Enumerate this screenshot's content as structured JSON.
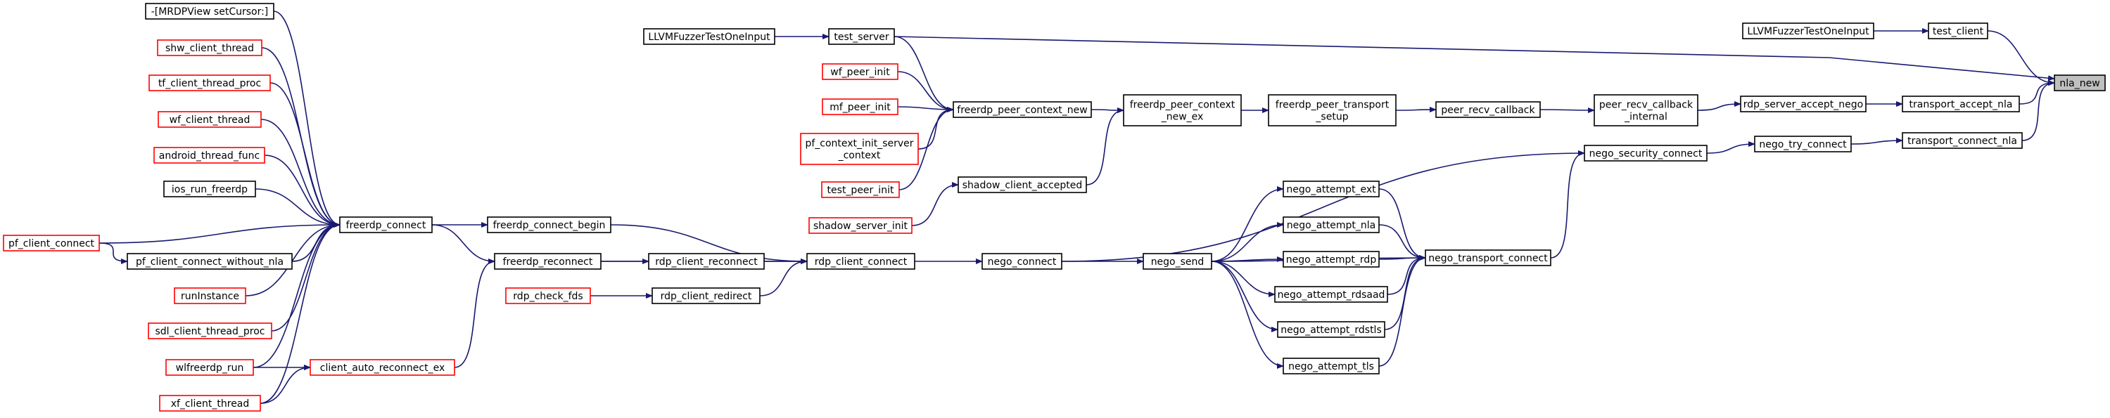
{
  "colors": {
    "edge": "#191970",
    "normal_border": "#000000",
    "truncated_border": "#ff0000",
    "focus_fill": "#bfbfbf",
    "fill": "#ffffff"
  },
  "nodes": [
    {
      "id": "nla_new",
      "lines": [
        "nla_new"
      ],
      "style": "focus"
    },
    {
      "id": "test_client",
      "lines": [
        "test_client"
      ],
      "style": "normal"
    },
    {
      "id": "llvm_client",
      "lines": [
        "LLVMFuzzerTestOneInput"
      ],
      "style": "normal"
    },
    {
      "id": "llvm_server",
      "lines": [
        "LLVMFuzzerTestOneInput"
      ],
      "style": "normal"
    },
    {
      "id": "test_server",
      "lines": [
        "test_server"
      ],
      "style": "normal"
    },
    {
      "id": "transport_accept_nla",
      "lines": [
        "transport_accept_nla"
      ],
      "style": "normal"
    },
    {
      "id": "transport_connect_nla",
      "lines": [
        "transport_connect_nla"
      ],
      "style": "normal"
    },
    {
      "id": "rdp_server_accept_nego",
      "lines": [
        "rdp_server_accept_nego"
      ],
      "style": "normal"
    },
    {
      "id": "nego_try_connect",
      "lines": [
        "nego_try_connect"
      ],
      "style": "normal"
    },
    {
      "id": "peer_recv_callback_internal",
      "lines": [
        "peer_recv_callback",
        "_internal"
      ],
      "style": "normal"
    },
    {
      "id": "nego_security_connect",
      "lines": [
        "nego_security_connect"
      ],
      "style": "normal"
    },
    {
      "id": "peer_recv_callback",
      "lines": [
        "peer_recv_callback"
      ],
      "style": "normal"
    },
    {
      "id": "nego_transport_connect",
      "lines": [
        "nego_transport_connect"
      ],
      "style": "normal"
    },
    {
      "id": "freerdp_peer_transport_setup",
      "lines": [
        "freerdp_peer_transport",
        "_setup"
      ],
      "style": "normal"
    },
    {
      "id": "nego_attempt_ext",
      "lines": [
        "nego_attempt_ext"
      ],
      "style": "normal"
    },
    {
      "id": "nego_attempt_nla",
      "lines": [
        "nego_attempt_nla"
      ],
      "style": "normal"
    },
    {
      "id": "nego_attempt_rdp",
      "lines": [
        "nego_attempt_rdp"
      ],
      "style": "normal"
    },
    {
      "id": "nego_attempt_rdsaad",
      "lines": [
        "nego_attempt_rdsaad"
      ],
      "style": "normal"
    },
    {
      "id": "nego_attempt_rdstls",
      "lines": [
        "nego_attempt_rdstls"
      ],
      "style": "normal"
    },
    {
      "id": "nego_attempt_tls",
      "lines": [
        "nego_attempt_tls"
      ],
      "style": "normal"
    },
    {
      "id": "freerdp_peer_context_new_ex",
      "lines": [
        "freerdp_peer_context",
        "_new_ex"
      ],
      "style": "normal"
    },
    {
      "id": "nego_send",
      "lines": [
        "nego_send"
      ],
      "style": "normal"
    },
    {
      "id": "freerdp_peer_context_new",
      "lines": [
        "freerdp_peer_context_new"
      ],
      "style": "normal"
    },
    {
      "id": "shadow_client_accepted",
      "lines": [
        "shadow_client_accepted"
      ],
      "style": "normal"
    },
    {
      "id": "nego_connect",
      "lines": [
        "nego_connect"
      ],
      "style": "normal"
    },
    {
      "id": "wf_peer_init",
      "lines": [
        "wf_peer_init"
      ],
      "style": "truncated"
    },
    {
      "id": "mf_peer_init",
      "lines": [
        "mf_peer_init"
      ],
      "style": "truncated"
    },
    {
      "id": "pf_context_init_server_context",
      "lines": [
        "pf_context_init_server",
        "_context"
      ],
      "style": "truncated"
    },
    {
      "id": "test_peer_init",
      "lines": [
        "test_peer_init"
      ],
      "style": "truncated"
    },
    {
      "id": "shadow_server_init",
      "lines": [
        "shadow_server_init"
      ],
      "style": "truncated"
    },
    {
      "id": "rdp_client_connect",
      "lines": [
        "rdp_client_connect"
      ],
      "style": "normal"
    },
    {
      "id": "freerdp_connect_begin",
      "lines": [
        "freerdp_connect_begin"
      ],
      "style": "normal"
    },
    {
      "id": "rdp_client_reconnect",
      "lines": [
        "rdp_client_reconnect"
      ],
      "style": "normal"
    },
    {
      "id": "rdp_client_redirect",
      "lines": [
        "rdp_client_redirect"
      ],
      "style": "normal"
    },
    {
      "id": "freerdp_reconnect",
      "lines": [
        "freerdp_reconnect"
      ],
      "style": "normal"
    },
    {
      "id": "rdp_check_fds",
      "lines": [
        "rdp_check_fds"
      ],
      "style": "truncated"
    },
    {
      "id": "freerdp_connect",
      "lines": [
        "freerdp_connect"
      ],
      "style": "normal"
    },
    {
      "id": "client_auto_reconnect_ex",
      "lines": [
        "client_auto_reconnect_ex"
      ],
      "style": "truncated"
    },
    {
      "id": "mrdpview_setcursor",
      "lines": [
        "-[MRDPView setCursor:]"
      ],
      "style": "normal"
    },
    {
      "id": "shw_client_thread",
      "lines": [
        "shw_client_thread"
      ],
      "style": "truncated"
    },
    {
      "id": "tf_client_thread_proc",
      "lines": [
        "tf_client_thread_proc"
      ],
      "style": "truncated"
    },
    {
      "id": "wf_client_thread",
      "lines": [
        "wf_client_thread"
      ],
      "style": "truncated"
    },
    {
      "id": "android_thread_func",
      "lines": [
        "android_thread_func"
      ],
      "style": "truncated"
    },
    {
      "id": "ios_run_freerdp",
      "lines": [
        "ios_run_freerdp"
      ],
      "style": "normal"
    },
    {
      "id": "pf_client_connect_without_nla",
      "lines": [
        "pf_client_connect_without_nla"
      ],
      "style": "normal"
    },
    {
      "id": "runinstance",
      "lines": [
        "runInstance"
      ],
      "style": "truncated"
    },
    {
      "id": "sdl_client_thread_proc",
      "lines": [
        "sdl_client_thread_proc"
      ],
      "style": "truncated"
    },
    {
      "id": "wlfreerdp_run",
      "lines": [
        "wlfreerdp_run"
      ],
      "style": "truncated"
    },
    {
      "id": "xf_client_thread",
      "lines": [
        "xf_client_thread"
      ],
      "style": "truncated"
    },
    {
      "id": "pf_client_connect",
      "lines": [
        "pf_client_connect"
      ],
      "style": "truncated"
    }
  ],
  "edges": [
    {
      "from": "test_client",
      "to": "nla_new"
    },
    {
      "from": "test_server",
      "to": "nla_new"
    },
    {
      "from": "transport_accept_nla",
      "to": "nla_new"
    },
    {
      "from": "transport_connect_nla",
      "to": "nla_new"
    },
    {
      "from": "llvm_client",
      "to": "test_client"
    },
    {
      "from": "llvm_server",
      "to": "test_server"
    },
    {
      "from": "rdp_server_accept_nego",
      "to": "transport_accept_nla"
    },
    {
      "from": "nego_try_connect",
      "to": "transport_connect_nla"
    },
    {
      "from": "peer_recv_callback_internal",
      "to": "rdp_server_accept_nego"
    },
    {
      "from": "nego_security_connect",
      "to": "nego_try_connect"
    },
    {
      "from": "peer_recv_callback",
      "to": "peer_recv_callback_internal"
    },
    {
      "from": "nego_transport_connect",
      "to": "nego_security_connect"
    },
    {
      "from": "nego_connect",
      "to": "nego_security_connect"
    },
    {
      "from": "freerdp_peer_transport_setup",
      "to": "peer_recv_callback"
    },
    {
      "from": "nego_attempt_ext",
      "to": "nego_transport_connect"
    },
    {
      "from": "nego_attempt_nla",
      "to": "nego_transport_connect"
    },
    {
      "from": "nego_attempt_rdp",
      "to": "nego_transport_connect"
    },
    {
      "from": "nego_attempt_rdsaad",
      "to": "nego_transport_connect"
    },
    {
      "from": "nego_attempt_rdstls",
      "to": "nego_transport_connect"
    },
    {
      "from": "nego_attempt_tls",
      "to": "nego_transport_connect"
    },
    {
      "from": "nego_send",
      "to": "nego_transport_connect"
    },
    {
      "from": "freerdp_peer_context_new_ex",
      "to": "freerdp_peer_transport_setup"
    },
    {
      "from": "nego_send",
      "to": "nego_attempt_ext"
    },
    {
      "from": "nego_send",
      "to": "nego_attempt_nla"
    },
    {
      "from": "nego_send",
      "to": "nego_attempt_rdp"
    },
    {
      "from": "nego_send",
      "to": "nego_attempt_rdsaad"
    },
    {
      "from": "nego_send",
      "to": "nego_attempt_rdstls"
    },
    {
      "from": "nego_send",
      "to": "nego_attempt_tls"
    },
    {
      "from": "freerdp_peer_context_new",
      "to": "freerdp_peer_context_new_ex"
    },
    {
      "from": "shadow_client_accepted",
      "to": "freerdp_peer_context_new_ex"
    },
    {
      "from": "nego_connect",
      "to": "nego_send"
    },
    {
      "from": "test_server",
      "to": "freerdp_peer_context_new"
    },
    {
      "from": "wf_peer_init",
      "to": "freerdp_peer_context_new"
    },
    {
      "from": "mf_peer_init",
      "to": "freerdp_peer_context_new"
    },
    {
      "from": "pf_context_init_server_context",
      "to": "freerdp_peer_context_new"
    },
    {
      "from": "test_peer_init",
      "to": "freerdp_peer_context_new"
    },
    {
      "from": "shadow_server_init",
      "to": "shadow_client_accepted"
    },
    {
      "from": "rdp_client_connect",
      "to": "nego_connect"
    },
    {
      "from": "freerdp_connect_begin",
      "to": "rdp_client_connect"
    },
    {
      "from": "rdp_client_reconnect",
      "to": "rdp_client_connect"
    },
    {
      "from": "rdp_client_redirect",
      "to": "rdp_client_connect"
    },
    {
      "from": "freerdp_reconnect",
      "to": "rdp_client_connect"
    },
    {
      "from": "freerdp_reconnect",
      "to": "rdp_client_reconnect"
    },
    {
      "from": "rdp_check_fds",
      "to": "rdp_client_redirect"
    },
    {
      "from": "freerdp_connect",
      "to": "freerdp_connect_begin"
    },
    {
      "from": "freerdp_connect",
      "to": "freerdp_reconnect"
    },
    {
      "from": "client_auto_reconnect_ex",
      "to": "freerdp_reconnect"
    },
    {
      "from": "mrdpview_setcursor",
      "to": "freerdp_connect"
    },
    {
      "from": "shw_client_thread",
      "to": "freerdp_connect"
    },
    {
      "from": "tf_client_thread_proc",
      "to": "freerdp_connect"
    },
    {
      "from": "wf_client_thread",
      "to": "freerdp_connect"
    },
    {
      "from": "android_thread_func",
      "to": "freerdp_connect"
    },
    {
      "from": "ios_run_freerdp",
      "to": "freerdp_connect"
    },
    {
      "from": "pf_client_connect",
      "to": "freerdp_connect"
    },
    {
      "from": "pf_client_connect_without_nla",
      "to": "freerdp_connect"
    },
    {
      "from": "runinstance",
      "to": "freerdp_connect"
    },
    {
      "from": "sdl_client_thread_proc",
      "to": "freerdp_connect"
    },
    {
      "from": "wlfreerdp_run",
      "to": "freerdp_connect"
    },
    {
      "from": "xf_client_thread",
      "to": "freerdp_connect"
    },
    {
      "from": "pf_client_connect",
      "to": "pf_client_connect_without_nla"
    },
    {
      "from": "wlfreerdp_run",
      "to": "client_auto_reconnect_ex"
    },
    {
      "from": "xf_client_thread",
      "to": "client_auto_reconnect_ex"
    }
  ]
}
